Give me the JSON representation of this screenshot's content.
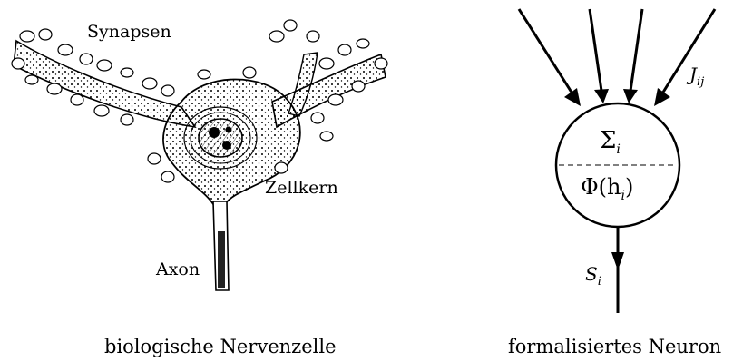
{
  "left_panel": {
    "labels": {
      "synapsen": "Synapsen",
      "zellkern": "Zellkern",
      "axon": "Axon"
    },
    "caption": "biologische Nervenzelle"
  },
  "right_panel": {
    "labels": {
      "weight": "J",
      "weight_sub": "ij",
      "sum": "Σ",
      "sum_sub": "i",
      "activation": "Φ(h",
      "activation_sub": "i",
      "activation_close": ")",
      "output": "S",
      "output_sub": "i"
    },
    "caption": "formalisiertes Neuron"
  }
}
